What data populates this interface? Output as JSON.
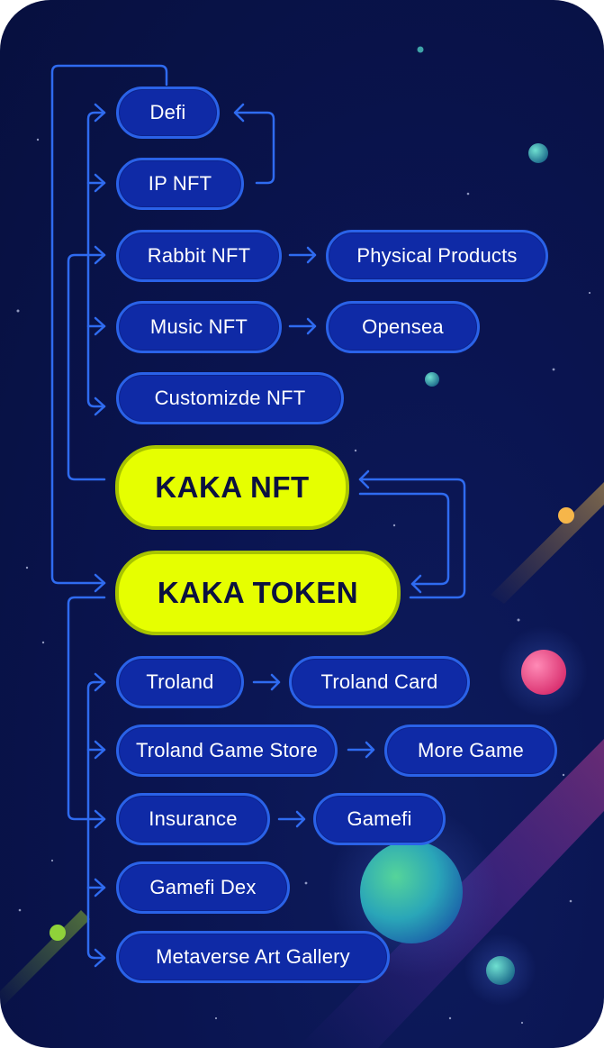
{
  "nft_items": {
    "defi": "Defi",
    "ip_nft": "IP NFT",
    "rabbit_nft": "Rabbit NFT",
    "physical_products": "Physical Products",
    "music_nft": "Music NFT",
    "opensea": "Opensea",
    "customized_nft": "Customizde NFT"
  },
  "core": {
    "kaka_nft": "KAKA NFT",
    "kaka_token": "KAKA TOKEN"
  },
  "token_items": {
    "troland": "Troland",
    "troland_card": "Troland Card",
    "troland_game_store": "Troland Game Store",
    "more_game": "More Game",
    "insurance": "Insurance",
    "gamefi": "Gamefi",
    "gamefi_dex": "Gamefi Dex",
    "metaverse_art_gallery": "Metaverse Art Gallery"
  },
  "colors": {
    "background": "#0a1450",
    "pill_fill": "#0f2aa6",
    "pill_border": "#2a62e8",
    "highlight_fill": "#e6ff00",
    "connector": "#2f6bf0"
  }
}
